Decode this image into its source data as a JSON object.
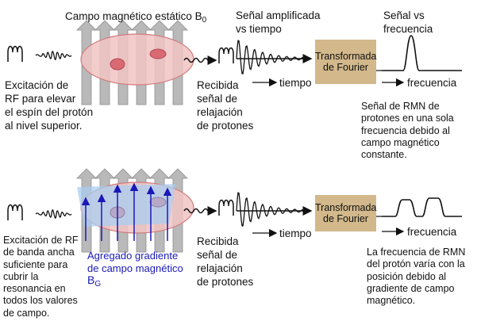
{
  "top": {
    "static_field_label": "Campo magnético estático B",
    "static_field_sub": "0",
    "excitation_label": "Excitación de\nRF para elevar\nel espín del protón\nal nivel superior.",
    "received_label": "Recibida\nseñal de\nrelajación\nde protones",
    "amplified_label": "Señal amplificada\nvs tiempo",
    "time_axis_label": "tiempo",
    "fourier_label": "Transformada\nde Fourier",
    "freq_title": "Señal vs\nfrecuencia",
    "freq_axis_label": "frecuencia",
    "result_label": "Señal de RMN de\nprotones en una sola\nfrecuencia debido al\ncampo magnético\nconstante."
  },
  "bottom": {
    "excitation_label": "Excitación de RF\nde banda ancha\nsuficiente para\ncubrir la\nresonancia en\ntodos los valores\nde campo.",
    "gradient_label": "Agregado gradiente\nde campo magnético",
    "gradient_symbol": "B",
    "gradient_sub": "G",
    "received_label": "Recibida\nseñal de\nrelajación\nde protones",
    "time_axis_label": "tiempo",
    "fourier_label": "Transformada\nde Fourier",
    "freq_axis_label": "frecuencia",
    "result_label": "La frecuencia de RMN\ndel protón varía con la\nposición debido al\ngradiente de campo\nmagnético."
  },
  "colors": {
    "field_arrow": "#b9b9b9",
    "sample_fill": "#f1c3c3",
    "sample_stroke": "#d27a7a",
    "spot_fill": "#d96a72",
    "gradient_band": "#a9cdf0",
    "gradient_arrow": "#1a18b8",
    "fourier_box": "#d2b88b"
  }
}
